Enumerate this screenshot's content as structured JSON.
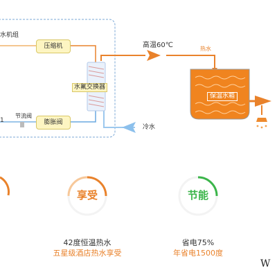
{
  "diagram": {
    "unit_partial": "水机组",
    "compressor": "压缩机",
    "exchanger": "水氟交换器",
    "throttle": "节流阀",
    "expansion_valve": "膨胀阀",
    "left_partial": "1",
    "high_temp": "高温60℃",
    "hot_water": "热水",
    "cold_water": "冷水",
    "tank": "保温水箱"
  },
  "features": [
    {
      "circle": "享受",
      "line1": "42度恒温热水",
      "line2": "五星级酒店热水享受",
      "ring_color": "#e9822b"
    },
    {
      "circle": "节能",
      "line1": "省电75%",
      "line2": "年省电1500度",
      "ring_color": "#3bb54a"
    }
  ],
  "watermark": "W"
}
